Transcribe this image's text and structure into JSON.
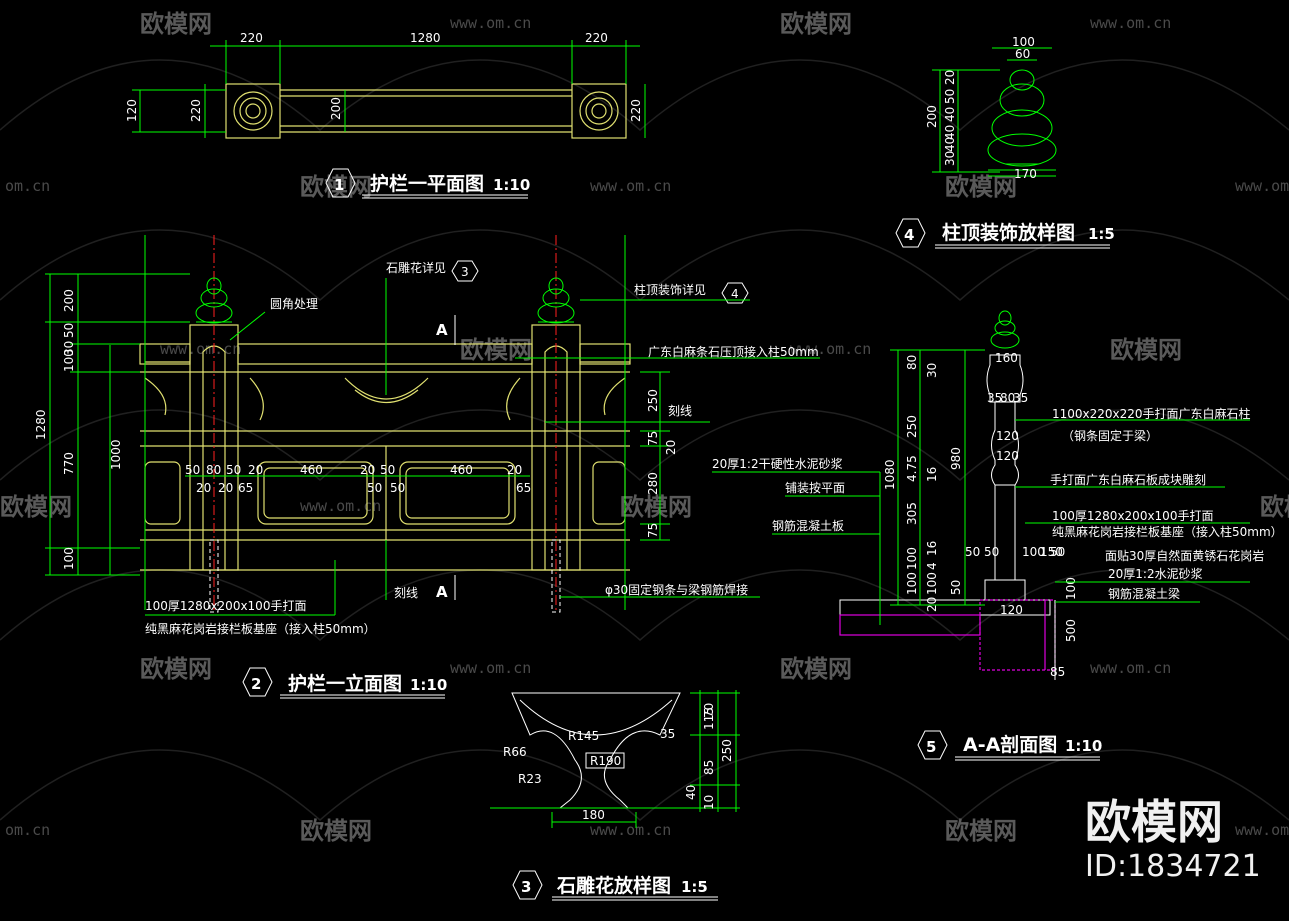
{
  "watermark": {
    "brand": "欧模网",
    "url": "www.om.cn",
    "url_short": "om.cn",
    "brand_large": "欧模网",
    "id_label": "ID:1834721"
  },
  "plan": {
    "number": "1",
    "title": "护栏一平面图",
    "scale": "1:10",
    "dims_top": [
      "220",
      "1280",
      "220"
    ],
    "dims_side": [
      "120",
      "220",
      "200",
      "220"
    ]
  },
  "elevation": {
    "number": "2",
    "title": "护栏一立面图",
    "scale": "1:10",
    "dims_left": [
      "200",
      "50",
      "30",
      "100",
      "1280",
      "770",
      "1000",
      "100"
    ],
    "dims_right": [
      "250",
      "75",
      "20",
      "280",
      "75"
    ],
    "dims_inner_top": [
      "50",
      "80",
      "50",
      "20",
      "460",
      "20",
      "50",
      "460",
      "20"
    ],
    "dims_inner_bottom": [
      "20",
      "20",
      "65",
      "50",
      "50",
      "65"
    ],
    "section_mark": "A",
    "notes": {
      "stone_carving": "石雕花详见",
      "post_top": "柱顶装饰详见",
      "round_corner": "圆角处理",
      "coping": "广东白麻条石压顶接入柱50mm",
      "groove": "刻线",
      "groove2": "刻线",
      "base1": "100厚1280x200x100手打面",
      "base2": "纯黑麻花岗岩接栏板基座（接入柱50mm）",
      "rebar": "φ30固定钢条与梁钢筋焊接"
    },
    "callout_carving": "3",
    "callout_post": "4"
  },
  "carving": {
    "number": "3",
    "title": "石雕花放样图",
    "scale": "1:5",
    "labels": [
      "R145",
      "R190",
      "R66",
      "R23",
      "35"
    ],
    "dims_right": [
      "70",
      "115",
      "250",
      "85",
      "40",
      "10"
    ],
    "dim_bottom": "180"
  },
  "post_top": {
    "number": "4",
    "title": "柱顶装饰放样图",
    "scale": "1:5",
    "dims_top": [
      "100",
      "60"
    ],
    "dims_left": [
      "20",
      "50",
      "40",
      "40",
      "30",
      "200",
      "40"
    ],
    "dim_bottom": "170"
  },
  "section": {
    "number": "5",
    "title": "A-A剖面图",
    "scale": "1:10",
    "dims_left": [
      "80",
      "30",
      "250",
      "1080",
      "4.75",
      "16",
      "305",
      "980",
      "16",
      "100",
      "100",
      "4",
      "100",
      "50",
      "20"
    ],
    "dims_post": [
      "160",
      "35",
      "80",
      "35",
      "120",
      "120",
      "50",
      "50",
      "100",
      "50",
      "150",
      "120",
      "100",
      "500",
      "85"
    ],
    "notes": {
      "post": "1100x220x220手打面广东白麻石柱",
      "post_sub": "（钢条固定于梁）",
      "panel": "手打面广东白麻石板成块雕刻",
      "base1": "100厚1280x200x100手打面",
      "base2": "纯黑麻花岗岩接栏板基座（接入柱50mm）",
      "face": "面贴30厚自然面黄锈石花岗岩",
      "mortar2": "20厚1:2水泥砂浆",
      "beam": "钢筋混凝土梁",
      "mortar1": "20厚1:2干硬性水泥砂浆",
      "paving": "铺装按平面",
      "slab": "钢筋混凝土板"
    }
  }
}
